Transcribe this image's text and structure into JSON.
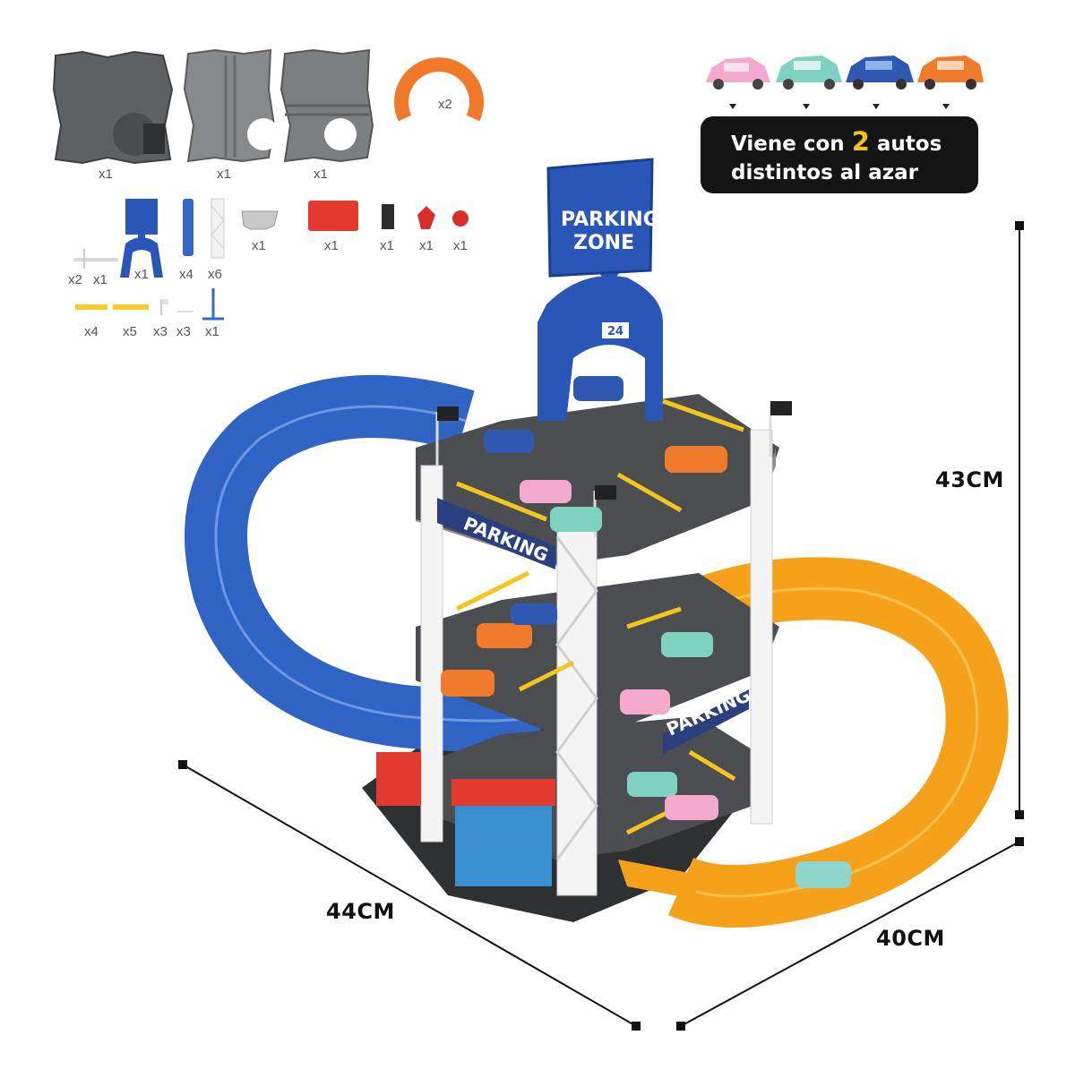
{
  "parts_counts": {
    "panel_a": "x1",
    "panel_b": "x1",
    "panel_c": "x1",
    "orange_curve": "x2",
    "rail_short": "x2",
    "rail_long": "x1",
    "blue_tower": "x1",
    "blue_column": "x4",
    "white_column": "x6",
    "grey_part": "x1",
    "red_part": "x1",
    "black_part": "x1",
    "red_figure_a": "x1",
    "red_figure_b": "x1",
    "yellow_rail_a": "x4",
    "yellow_rail_b": "x5",
    "flag": "x3",
    "small_part": "x3",
    "blue_stand": "x1"
  },
  "callout": {
    "line1_pre": "Viene con ",
    "line1_num": "2",
    "line1_post": " autos",
    "line2": "distintos al azar"
  },
  "signs": {
    "parking_zone_1": "PARKING",
    "parking_zone_2": "ZONE",
    "parking_upper": "PARKING",
    "parking_lower": "PARKING",
    "hours": "24"
  },
  "dimensions": {
    "height": "43CM",
    "width": "44CM",
    "depth": "40CM"
  },
  "colors": {
    "blue_track": "#2f63c4",
    "orange_track": "#f5a21a",
    "tower_blue": "#2a56b8",
    "grey_panel": "#6b6c6e",
    "callout_bg": "#141414",
    "callout_highlight": "#f4c21a"
  }
}
